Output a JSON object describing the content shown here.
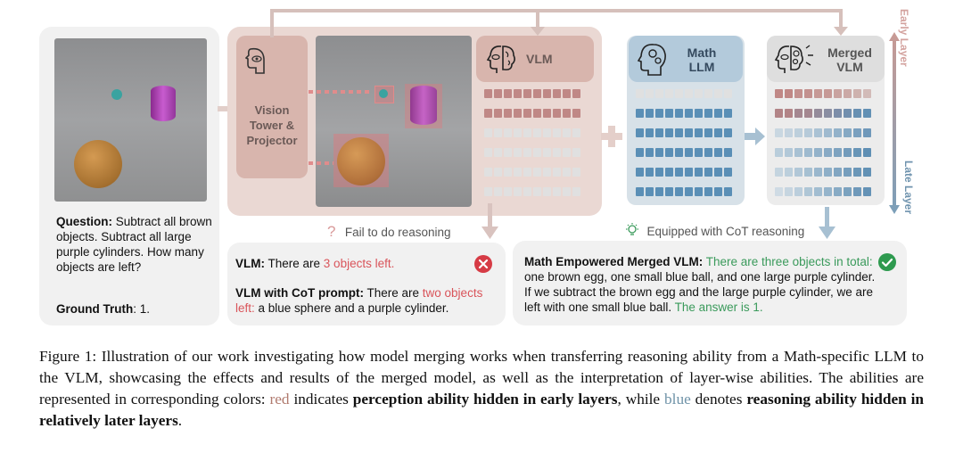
{
  "question": {
    "question_label": "Question:",
    "question_text": " Subtract all brown objects. Subtract all large purple cylinders. How many objects are left?",
    "ground_truth_label": "Ground Truth",
    "ground_truth_value": ": 1."
  },
  "vision": {
    "tower_line1": "Vision",
    "tower_line2": "Tower &",
    "tower_line3": "Projector"
  },
  "models": {
    "vlm": "VLM",
    "math_line1": "Math",
    "math_line2": "LLM",
    "merged_line1": "Merged",
    "merged_line2": "VLM"
  },
  "axis": {
    "early": "Early Layer",
    "late": "Late Layer"
  },
  "status": {
    "fail": "Fail to do reasoning",
    "cot": "Equipped with CoT reasoning"
  },
  "vlm_answer": {
    "label1": "VLM:",
    "text1a": " There are ",
    "text1b": "3 objects left.",
    "label2": "VLM with CoT prompt:",
    "text2a": " There are ",
    "text2b": "two objects left:",
    "text2c": " a blue sphere and a purple cylinder."
  },
  "merged_answer": {
    "label": "Math Empowered Merged VLM:",
    "green1": " There are three objects in total:",
    "black1": " one brown egg, one small blue ball, and one large purple cylinder. If we subtract the brown egg and the large purple cylinder, we are left with one small blue ball. ",
    "green2": "The answer is 1."
  },
  "caption": {
    "part1": "Figure 1: Illustration of our work investigating how model merging works when transferring reasoning ability from a Math-specific LLM to the VLM, showcasing the effects and results of the merged model, as well as the interpretation of layer-wise abilities. The abilities are represented in corresponding colors: ",
    "red_word": "red",
    "part2": " indicates ",
    "bold1": "perception ability hidden in early layers",
    "part3": ", while ",
    "blue_word": "blue",
    "part4": " denotes ",
    "bold2": "reasoning ability hidden in relatively later layers",
    "part5": "."
  },
  "colors": {
    "vlm_red": "#c08886",
    "vlm_gray": "#d9d9d9",
    "math_blue": "#5a8fb6",
    "panel_pink": "#ead8d3",
    "math_panel": "#b9cfde"
  }
}
